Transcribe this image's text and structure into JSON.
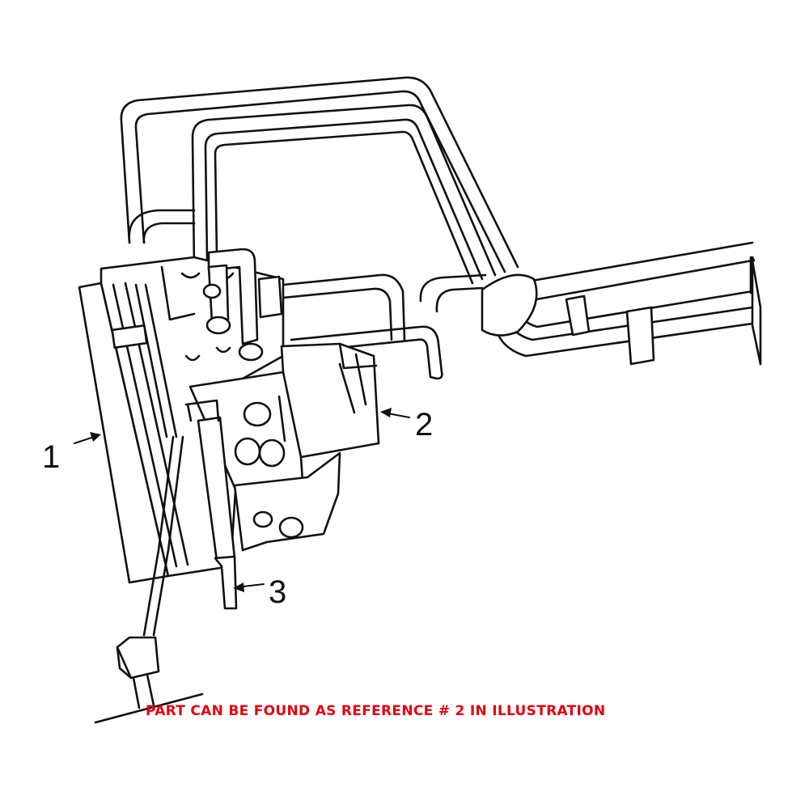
{
  "diagram": {
    "callouts": [
      {
        "id": "1",
        "label": "1"
      },
      {
        "id": "2",
        "label": "2"
      },
      {
        "id": "3",
        "label": "3"
      }
    ],
    "note": "PART CAN BE FOUND AS REFERENCE # 2 IN ILLUSTRATION",
    "note_color": "#e3000f"
  }
}
